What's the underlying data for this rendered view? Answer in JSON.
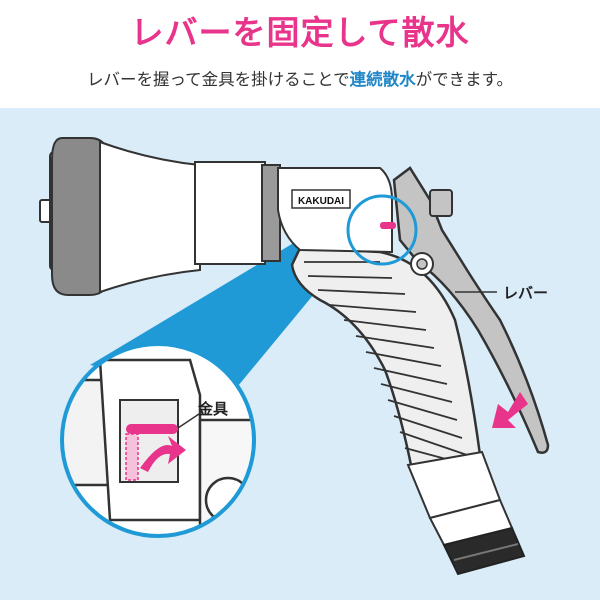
{
  "header": {
    "title": "レバーを固定して散水",
    "subtitle_before": "レバーを握って金具を掛けることで",
    "subtitle_highlight": "連続散水",
    "subtitle_after": "ができます。"
  },
  "illustration": {
    "brand": "KAKUDAI",
    "lever_label": "レバー",
    "bracket_label": "金具"
  },
  "colors": {
    "title": "#e8348b",
    "highlight": "#1f87c8",
    "background_panel": "#d9ecf8",
    "arrow": "#e8348b",
    "zoom_cone": "#1f9ad6"
  }
}
